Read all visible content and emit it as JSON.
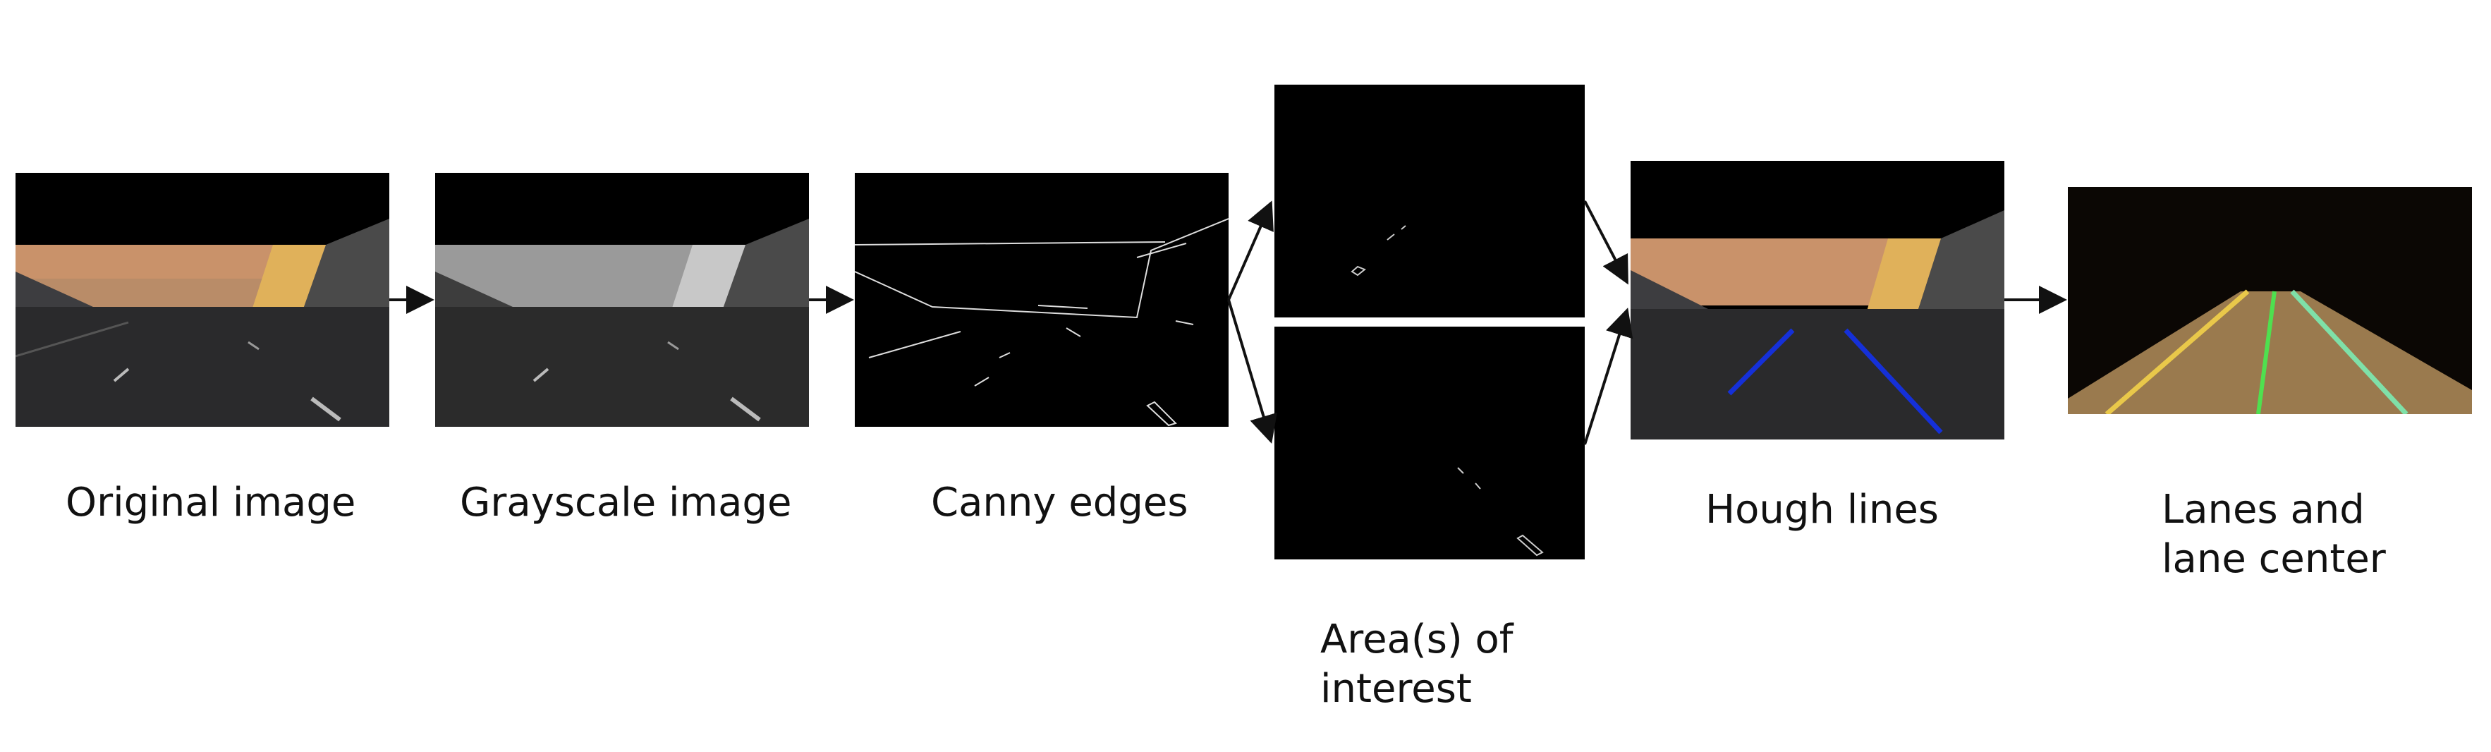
{
  "stages": [
    {
      "id": "original",
      "label": "Original image"
    },
    {
      "id": "grayscale",
      "label": "Grayscale image"
    },
    {
      "id": "canny",
      "label": "Canny edges"
    },
    {
      "id": "roi",
      "label_lines": [
        "Area(s) of",
        "interest"
      ]
    },
    {
      "id": "hough",
      "label": "Hough lines"
    },
    {
      "id": "lanes",
      "label_lines": [
        "Lanes and",
        "lane center"
      ]
    }
  ],
  "colors": {
    "sky_orange": "#c9926a",
    "wall_yellow": "#e0b15a",
    "road_dark": "#2a2a2c",
    "hough_blue": "#1530d8",
    "lane_yellow": "#e9c84a",
    "lane_green": "#4fe04f",
    "lane_mint": "#7fe0a8",
    "lane_road": "#9a7a4e"
  }
}
